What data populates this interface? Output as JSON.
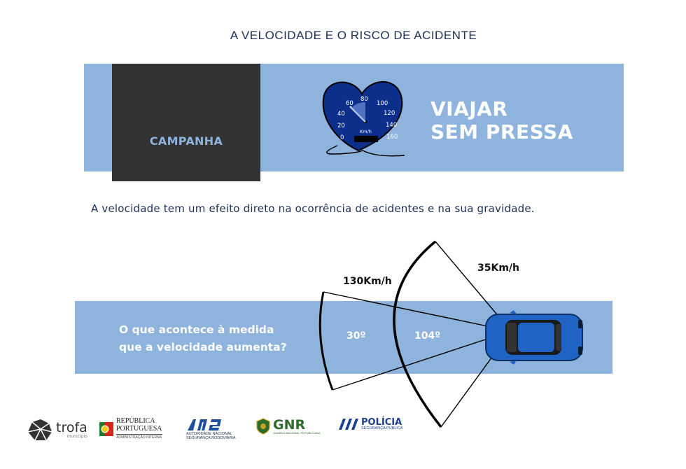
{
  "title": "A VELOCIDADE E O RISCO DE ACIDENTE",
  "campaign": {
    "label": "CAMPANHA",
    "slogan_line1": "VIAJAR",
    "slogan_line2": "SEM PRESSA"
  },
  "speedometer": {
    "ticks": [
      "0",
      "20",
      "40",
      "60",
      "80",
      "100",
      "120",
      "140",
      "160"
    ],
    "unit": "Km/h"
  },
  "intro_text": "A velocidade tem um efeito direto na ocorrência de acidentes e na sua gravidade.",
  "question": {
    "line1": "O que acontece à medida",
    "line2": "que a velocidade aumenta?"
  },
  "vision": {
    "high_speed_label": "130Km/h",
    "low_speed_label": "35Km/h",
    "narrow_angle": "30º",
    "wide_angle": "104º"
  },
  "logos": {
    "trofa_name": "trofa",
    "trofa_sub": "município",
    "republica_line1": "REPÚBLICA",
    "republica_line2": "PORTUGUESA",
    "republica_sub": "ADMINISTRAÇÃO INTERNA",
    "ansr_line1": "AUTORIDADE NACIONAL",
    "ansr_line2": "SEGURANÇA RODOVIÁRIA",
    "gnr_name": "GNR",
    "gnr_sub": "GUARDA NACIONAL REPUBLICANA",
    "psp_name": "POLÍCIA",
    "psp_sub": "SEGURANÇA PÚBLICA"
  },
  "colors": {
    "band": "#8eb3dd",
    "navy": "#1d2f57",
    "gauge_blue": "#0b2f8a",
    "car_blue": "#1f63c4"
  }
}
